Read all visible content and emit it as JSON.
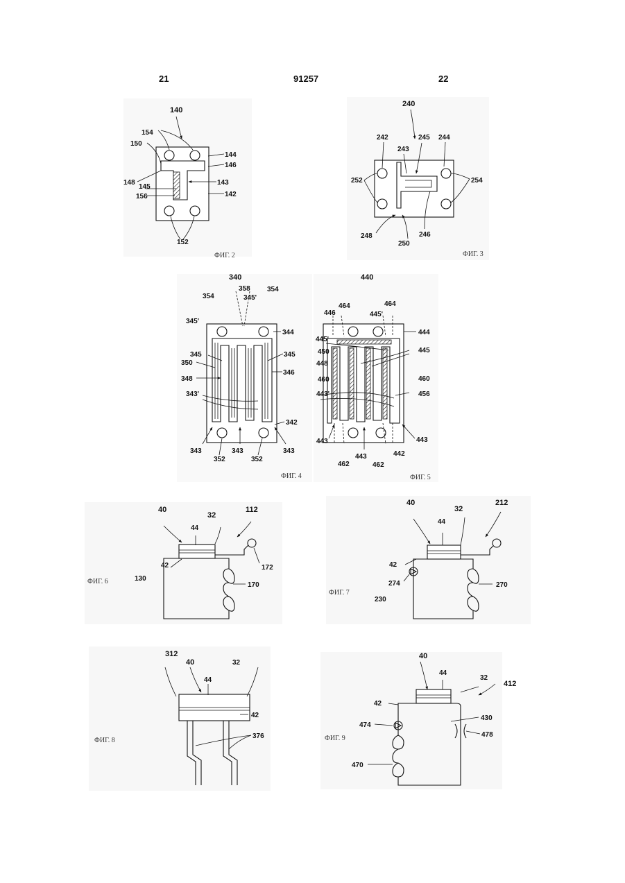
{
  "header": {
    "left_page": "21",
    "patent_number": "91257",
    "right_page": "22"
  },
  "figures": {
    "fig2": {
      "caption": "ФИГ. 2",
      "refs": [
        "140",
        "154",
        "150",
        "144",
        "146",
        "148",
        "145",
        "143",
        "156",
        "142",
        "152"
      ]
    },
    "fig3": {
      "caption": "ФИГ. 3",
      "refs": [
        "240",
        "242",
        "245",
        "244",
        "243",
        "252",
        "254",
        "246",
        "248",
        "250"
      ]
    },
    "fig4": {
      "caption": "ФИГ. 4",
      "refs": [
        "340",
        "354",
        "358",
        "345'",
        "354",
        "345'",
        "344",
        "345",
        "345",
        "350",
        "348",
        "346",
        "343'",
        "342",
        "343",
        "352",
        "343",
        "352",
        "343"
      ]
    },
    "fig5": {
      "caption": "ФИГ. 5",
      "refs": [
        "440",
        "446",
        "464",
        "445'",
        "464",
        "444",
        "445'",
        "445",
        "450",
        "448",
        "460",
        "460",
        "443'",
        "456",
        "443",
        "443",
        "462",
        "443",
        "462",
        "442"
      ]
    },
    "fig6": {
      "caption": "ФИГ. 6",
      "refs": [
        "40",
        "32",
        "112",
        "44",
        "42",
        "172",
        "130",
        "170"
      ]
    },
    "fig7": {
      "caption": "ФИГ. 7",
      "refs": [
        "40",
        "32",
        "212",
        "44",
        "42",
        "274",
        "270",
        "230"
      ]
    },
    "fig8": {
      "caption": "ФИГ. 8",
      "refs": [
        "312",
        "40",
        "44",
        "32",
        "42",
        "376"
      ]
    },
    "fig9": {
      "caption": "ФИГ. 9",
      "refs": [
        "40",
        "44",
        "32",
        "412",
        "42",
        "430",
        "474",
        "478",
        "470"
      ]
    }
  }
}
